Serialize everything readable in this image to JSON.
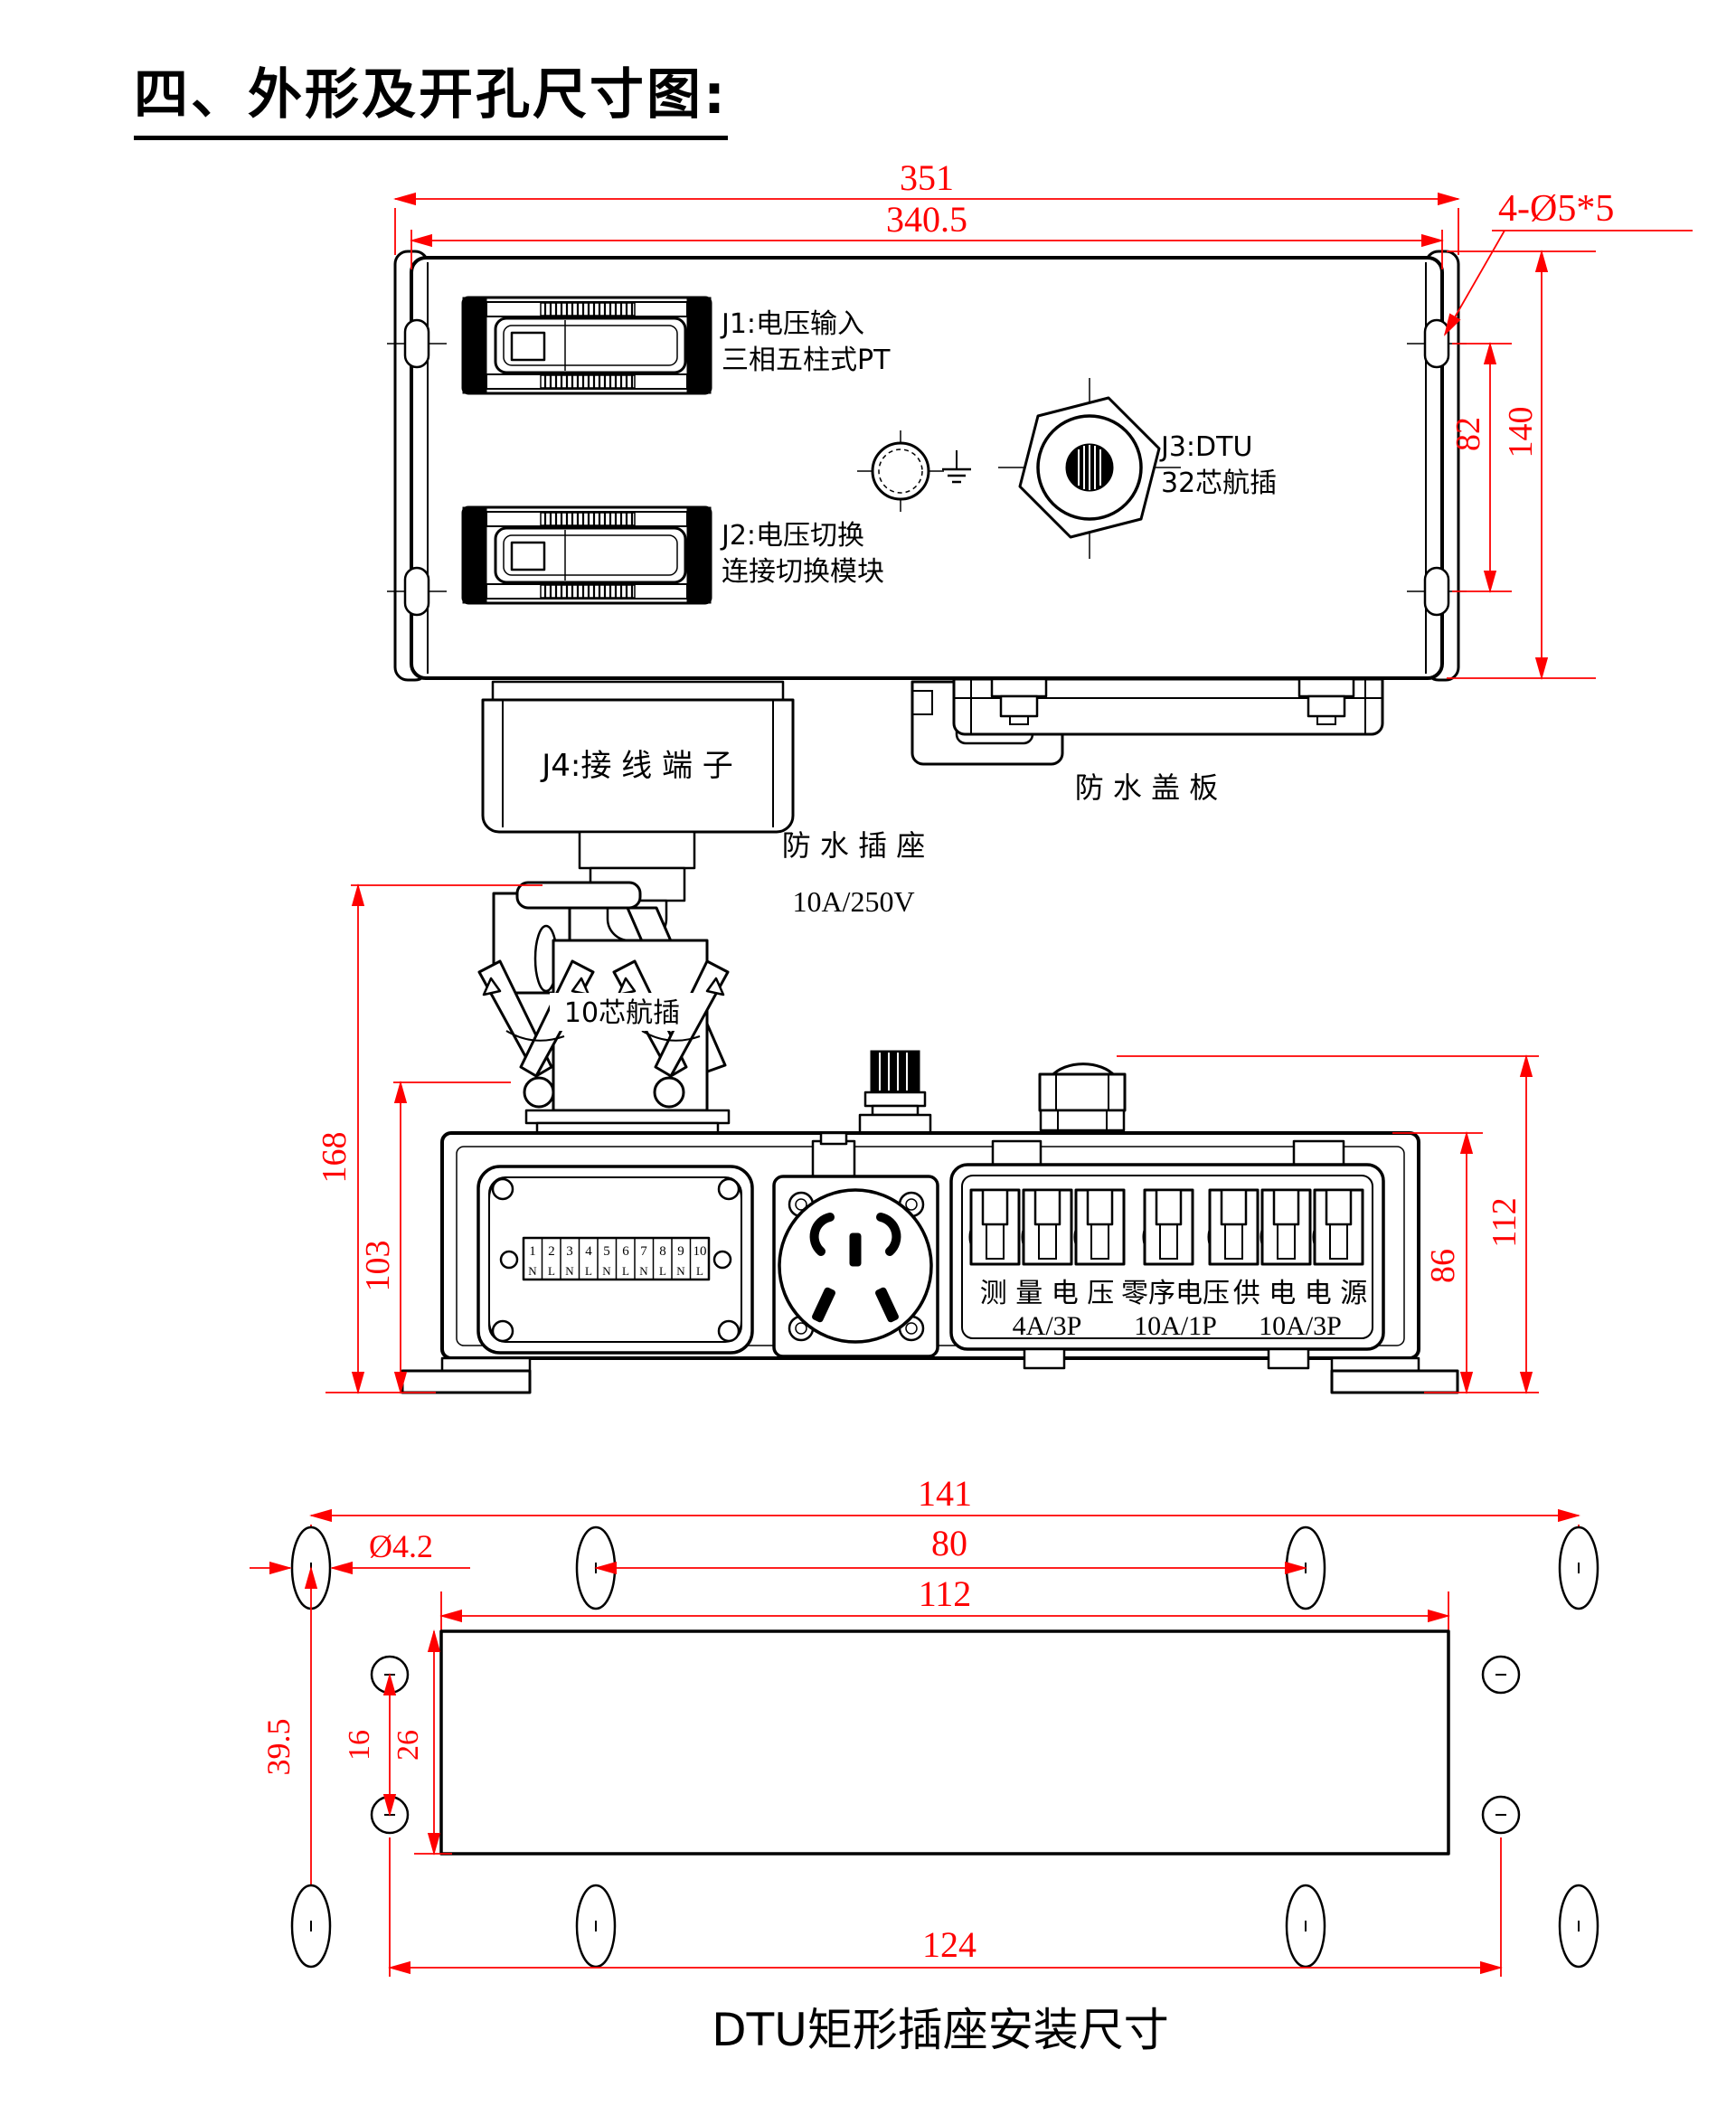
{
  "title": "四、外形及开孔尺寸图:",
  "top_view": {
    "dims": {
      "width_total": "351",
      "width_body": "340.5",
      "mounting_holes": "4-Ø5*5",
      "hole_spacing": "82",
      "height": "140"
    },
    "labels": {
      "j1_line1": "J1:电压输入",
      "j1_line2": "三相五柱式PT",
      "j2_line1": "J2:电压切换",
      "j2_line2": "连接切换模块",
      "j3_line1": "J3:DTU",
      "j3_line2": "32芯航插",
      "j4": "J4:接 线 端 子",
      "waterproof_socket": "防 水 插 座",
      "waterproof_socket_rating": "10A/250V",
      "waterproof_cover": "防 水 盖 板"
    }
  },
  "front_view": {
    "dims": {
      "total_height": "168",
      "plug_height": "103",
      "gland_height": "112",
      "body_height": "86"
    },
    "plug_label": "10芯航插",
    "terminal_numbers": [
      "1",
      "2",
      "3",
      "4",
      "5",
      "6",
      "7",
      "8",
      "9",
      "10"
    ],
    "terminal_polarity": [
      "N",
      "L",
      "N",
      "L",
      "N",
      "L",
      "N",
      "L",
      "N",
      "L"
    ],
    "breakers": [
      {
        "name": "测 量 电 压",
        "rating": "4A/3P"
      },
      {
        "name": "零序电压",
        "rating": "10A/1P"
      },
      {
        "name": "供 电 电 源",
        "rating": "10A/3P"
      }
    ]
  },
  "bottom_view": {
    "dims": {
      "width": "141",
      "hole_spacing_h": "80",
      "cutout_width": "112",
      "hole_dia": "Ø4.2",
      "hole_spacing_v": "39.5",
      "circle_spacing": "16",
      "cutout_height": "26",
      "bottom_spacing": "124"
    },
    "caption": "DTU矩形插座安装尺寸"
  },
  "colors": {
    "dimension": "#fe0000",
    "line": "#000000"
  }
}
